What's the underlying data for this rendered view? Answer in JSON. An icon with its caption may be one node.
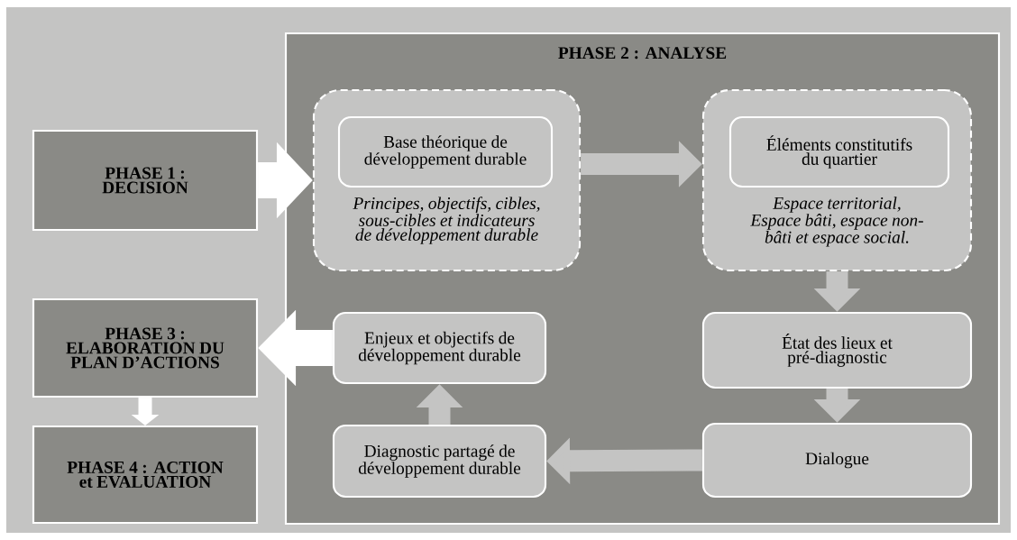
{
  "diagram": {
    "nodes": [
      {
        "text": [
          "PHASE 1 : DECISION"
        ]
      },
      {
        "text": [
          "PHASE 2 : ANALYSE"
        ]
      },
      {
        "text": [
          "Principes, objectifs, cibles, sous-cibles et indicateurs de développement durable"
        ],
        "in": 1
      },
      {
        "text": [
          "Base théorique de développement durable"
        ],
        "in": 2
      },
      {
        "text": [
          "Espace territorial, Espace bâti, espace non-bâti et espace social."
        ],
        "in": 1
      },
      {
        "text": [
          "Éléments constitutifs du quartier"
        ],
        "in": 4
      },
      {
        "text": [
          "État des lieux et pré-diagnostic"
        ],
        "in": 1
      },
      {
        "text": [
          "Dialogue"
        ],
        "in": 1
      },
      {
        "text": [
          "Diagnostic partagé de développement durable"
        ],
        "in": 1
      },
      {
        "text": [
          "Enjeux et objectifs de développement durable"
        ],
        "in": 1
      },
      {
        "text": [
          "PHASE 3 : ELABORATION DU PLAN D’ACTIONS"
        ]
      },
      {
        "text": [
          "PHASE 4 : ACTION et EVALUATION"
        ]
      }
    ],
    "edges": [
      {
        "from": 0,
        "to": 2,
        "arrow": "to",
        "color": "#ffffff"
      },
      {
        "from": 2,
        "to": 4,
        "arrow": "to"
      },
      {
        "from": 4,
        "to": 6,
        "arrow": "to"
      },
      {
        "from": 6,
        "to": 7,
        "arrow": "to"
      },
      {
        "from": 7,
        "to": 8,
        "arrow": "to"
      },
      {
        "from": 8,
        "to": 9,
        "arrow": "to"
      },
      {
        "from": 9,
        "to": 10,
        "arrow": "to",
        "color": "#ffffff"
      },
      {
        "from": 10,
        "to": 11,
        "arrow": "to",
        "color": "#ffffff"
      }
    ]
  }
}
